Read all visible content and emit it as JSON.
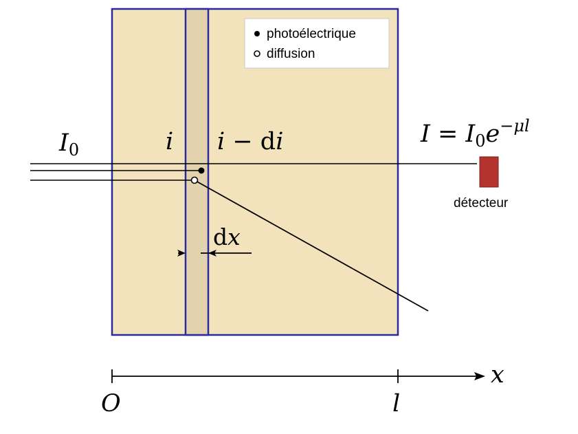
{
  "legend": {
    "photoelectric": "photoélectrique",
    "scattering": "diffusion"
  },
  "labels": {
    "incident": {
      "base": "I",
      "sub": "0"
    },
    "before_slice": "i",
    "after_slice": {
      "var": "i",
      "op": " − ",
      "d": "d",
      "var2": "i"
    },
    "transmitted": {
      "lhs": "I",
      "eq": " = ",
      "base": "I",
      "sub": "0",
      "e": "e",
      "exp": "−μl"
    },
    "detector": "détecteur",
    "thickness": {
      "d": "d",
      "var": "x"
    },
    "origin": "O",
    "length": "l",
    "axis": "x"
  },
  "colors": {
    "medium_fill": "#f3e3bd",
    "slice_fill": "#e2d2ae",
    "border": "#2a2aa0",
    "detector": "#b5332e",
    "ink": "#000000"
  }
}
